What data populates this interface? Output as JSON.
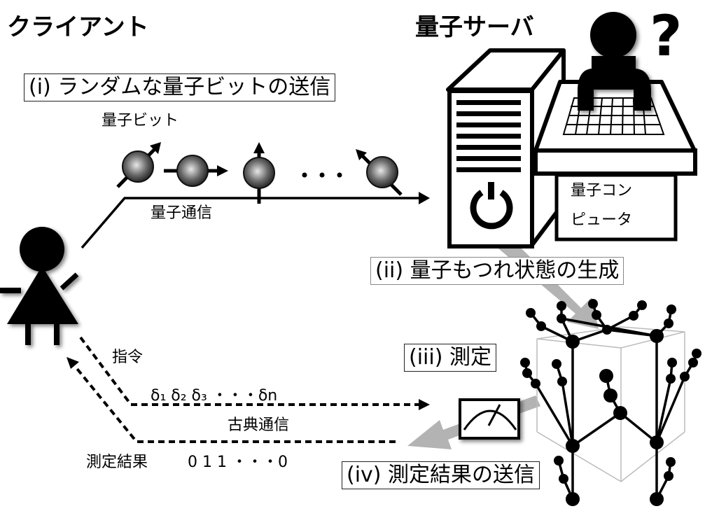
{
  "titles": {
    "client": "クライアント",
    "server": "量子サーバ",
    "question_mark": "?"
  },
  "steps": {
    "step1": "(i) ランダムな量子ビットの送信",
    "step2": "(ii) 量子もつれ状態の生成",
    "step3": "(iii) 測定",
    "step4": "(iv) 測定結果の送信"
  },
  "labels": {
    "qubit": "量子ビット",
    "quantum_channel": "量子通信",
    "quantum_computer_line1": "量子コン",
    "quantum_computer_line2": "ピュータ",
    "instruction": "指令",
    "deltas": "δ₁ δ₂ δ₃ ・・・δn",
    "classical_channel": "古典通信",
    "measurement_result_label": "測定結果",
    "measurement_result_value": "0 1 1 ・・・0",
    "ellipsis": "・・・"
  },
  "colors": {
    "ink": "#000000",
    "gray_arrow": "#b3b3b3",
    "cube_edge": "#bbbbbb",
    "background": "#ffffff"
  }
}
